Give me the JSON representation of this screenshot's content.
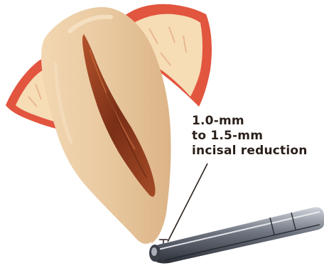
{
  "annotation": {
    "lines": [
      "1.0-mm",
      "to 1.5-mm",
      "incisal reduction"
    ]
  },
  "colors": {
    "gingiva_outer": "#e2553f",
    "gingiva_inner": "#f2a285",
    "bone": "#f6ddb6",
    "tooth": "#e9c9a0",
    "pulp": "#8a3a1e",
    "instrument": "#6e7480",
    "leader_line": "#2a1f1a",
    "label_text": "#2a1f1a"
  },
  "icons": [
    "tooth-crown-icon",
    "dental-bur-icon"
  ]
}
